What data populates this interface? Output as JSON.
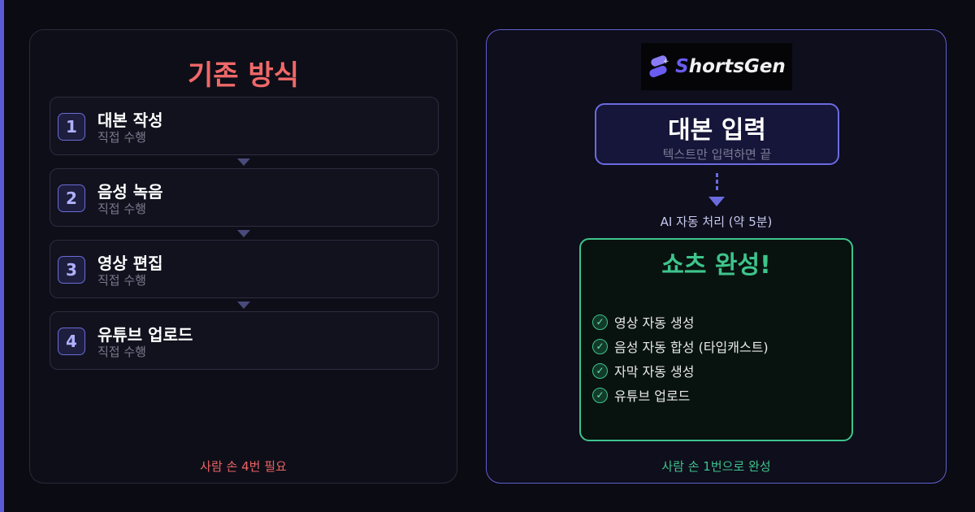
{
  "left": {
    "title": "기존 방식",
    "steps": [
      {
        "num": "1",
        "name": "대본 작성",
        "sub": "직접 수행"
      },
      {
        "num": "2",
        "name": "음성 녹음",
        "sub": "직접 수행"
      },
      {
        "num": "3",
        "name": "영상 편집",
        "sub": "직접 수행"
      },
      {
        "num": "4",
        "name": "유튜브 업로드",
        "sub": "직접 수행"
      }
    ],
    "footer": "사람 손 4번 필요"
  },
  "right": {
    "logo_s": "S",
    "logo_rest": "hortsGen",
    "input_title": "대본 입력",
    "input_sub": "텍스트만 입력하면 끝",
    "process": "AI 자동 처리  (약 5분)",
    "done_title": "쇼츠 완성!",
    "features": [
      "영상 자동 생성",
      "음성 자동 합성 (타입캐스트)",
      "자막 자동 생성",
      "유튜브 업로드"
    ],
    "footer": "사람 손 1번으로 완성"
  }
}
